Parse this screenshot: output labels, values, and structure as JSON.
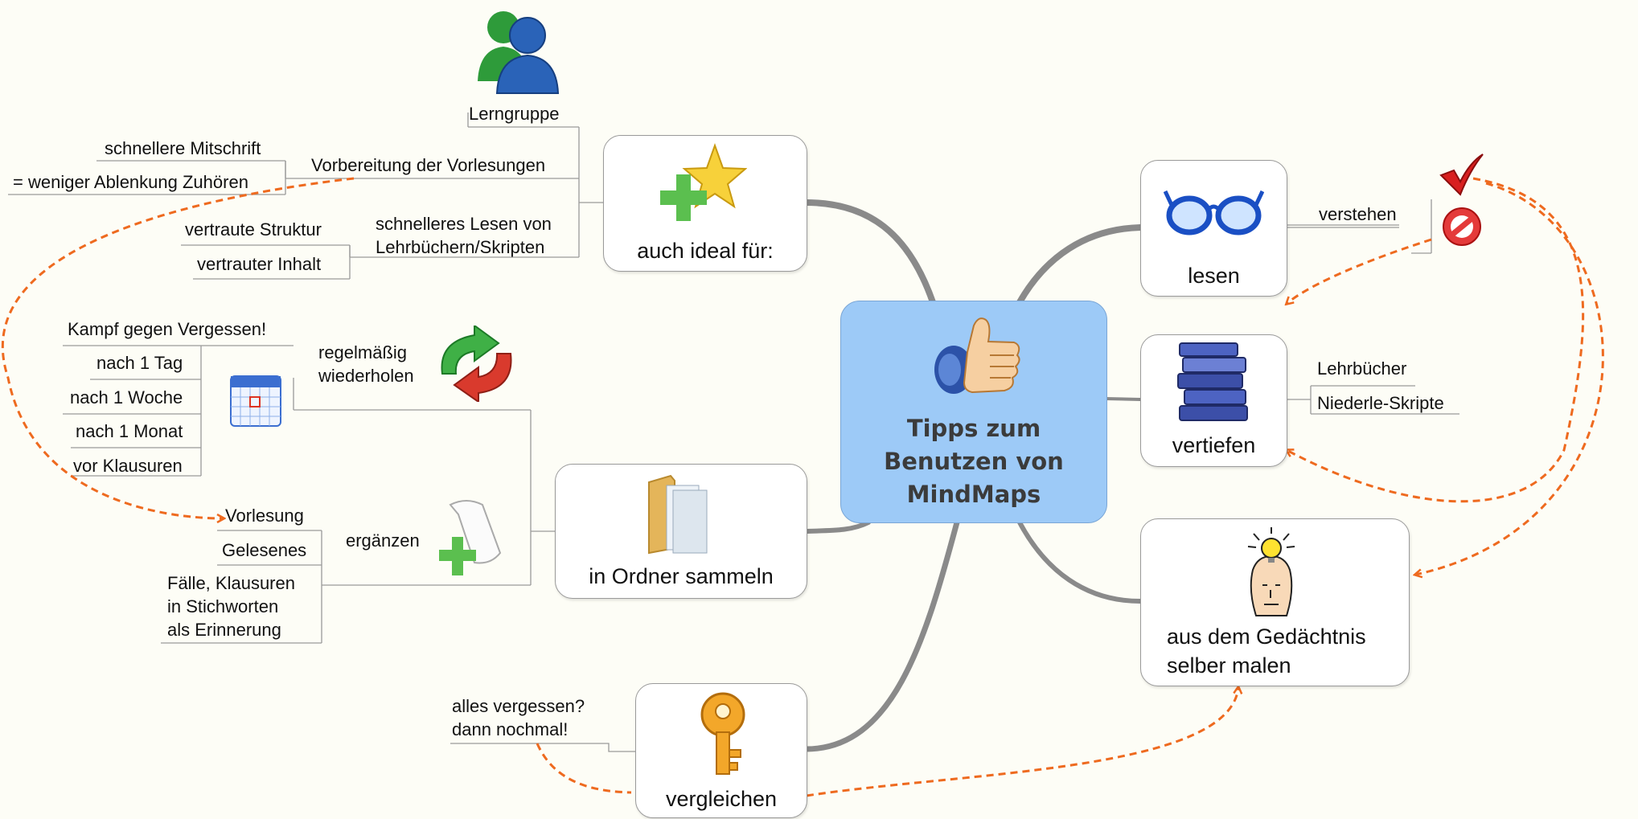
{
  "center": {
    "title_lines": [
      "Tipps zum",
      "Benutzen von",
      "MindMaps"
    ],
    "icon": "thumbs-up-icon"
  },
  "branches": {
    "auch_ideal": {
      "label": "auch ideal für:",
      "icon": "star-plus-icon"
    },
    "in_ordner": {
      "label": "in Ordner sammeln",
      "icon": "folder-icon"
    },
    "vergleichen": {
      "label": "vergleichen",
      "icon": "key-icon"
    },
    "lesen": {
      "label": "lesen",
      "icon": "glasses-icon"
    },
    "vertiefen": {
      "label": "vertiefen",
      "icon": "books-icon"
    },
    "aus_gedaechtnis": {
      "label_lines": [
        "aus dem Gedächtnis",
        "selber malen"
      ],
      "icon": "lightbulb-head-icon"
    }
  },
  "topics": {
    "lerngruppe": "Lerngruppe",
    "lerngruppe_icon": "people-icon",
    "vorbereitung": "Vorbereitung der Vorlesungen",
    "schnellere_mitschrift": "schnellere Mitschrift",
    "weniger_ablenkung": "= weniger Ablenkung Zuhören",
    "schnelleres_lesen_lines": [
      "schnelleres Lesen von",
      "Lehrbüchern/Skripten"
    ],
    "vertraute_struktur": "vertraute Struktur",
    "vertrauter_inhalt": "vertrauter Inhalt",
    "regelmaessig_lines": [
      "regelmäßig",
      "wiederholen"
    ],
    "repeat_icon": "refresh-icon",
    "calendar_icon": "calendar-icon",
    "kampf": "Kampf gegen Vergessen!",
    "nach_1_tag": "nach 1 Tag",
    "nach_1_woche": "nach 1 Woche",
    "nach_1_monat": "nach 1 Monat",
    "vor_klausuren": "vor Klausuren",
    "ergaenzen": "ergänzen",
    "scroll_icon": "scroll-plus-icon",
    "vorlesung": "Vorlesung",
    "gelesenes": "Gelesenes",
    "faelle_lines": [
      "Fälle, Klausuren",
      "in Stichworten",
      "als Erinnerung"
    ],
    "alles_vergessen_lines": [
      "alles vergessen?",
      "dann nochmal!"
    ],
    "verstehen": "verstehen",
    "check_icon": "checkmark-icon",
    "no_icon": "forbidden-icon",
    "lehrbuecher": "Lehrbücher",
    "niederle": "Niederle-Skripte"
  },
  "colors": {
    "center_fill": "#9dcaf7",
    "relationship": "#ee6a1f",
    "branch_line": "#8a8a8a",
    "topic_line": "#9a9a9a"
  }
}
